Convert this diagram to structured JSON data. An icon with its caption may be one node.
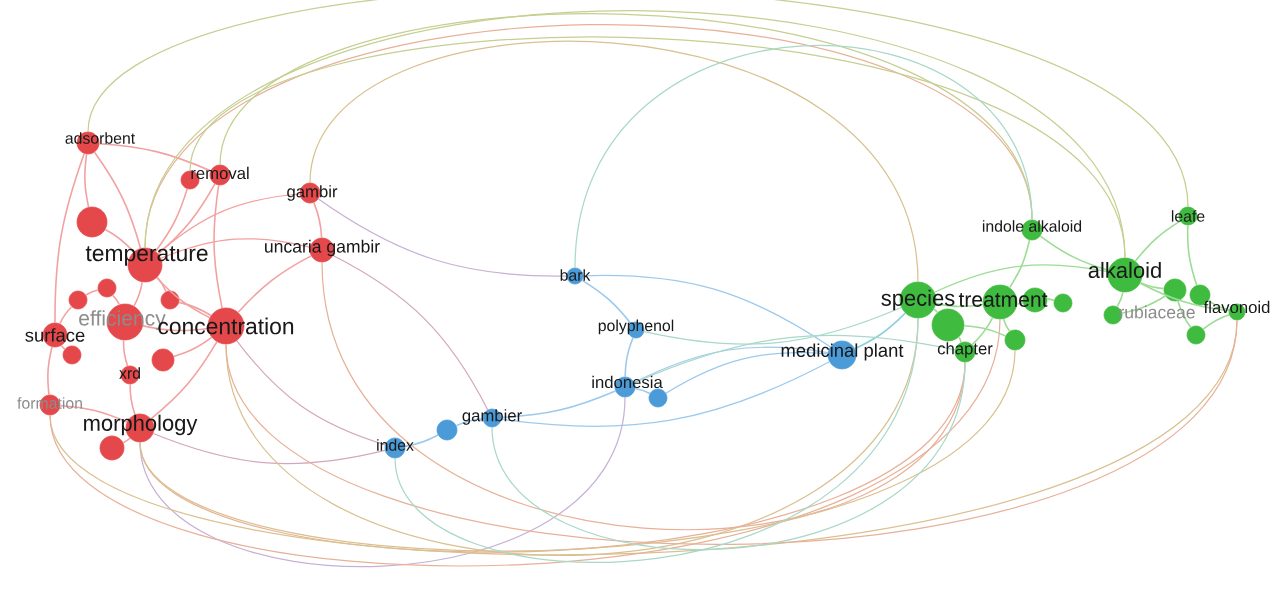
{
  "diagram": {
    "nodes": [
      {
        "text": [
          "adsorbent"
        ]
      },
      {
        "text": [
          "removal"
        ]
      },
      {
        "text": [
          "gambir"
        ]
      },
      {
        "text": [
          "uncaria gambir"
        ]
      },
      {
        "text": [
          "temperature"
        ]
      },
      {
        "text": [
          "efficiency"
        ]
      },
      {
        "text": [
          "concentration"
        ]
      },
      {
        "text": [
          "surface"
        ]
      },
      {
        "text": [
          "xrd"
        ]
      },
      {
        "text": [
          "formation"
        ]
      },
      {
        "text": [
          "morphology"
        ]
      },
      {
        "text": [],
        "shape": "circle"
      },
      {
        "text": [],
        "shape": "circle"
      },
      {
        "text": [],
        "shape": "circle"
      },
      {
        "text": [],
        "shape": "circle"
      },
      {
        "text": [],
        "shape": "circle"
      },
      {
        "text": [],
        "shape": "circle"
      },
      {
        "text": [],
        "shape": "circle"
      },
      {
        "text": [],
        "shape": "circle"
      },
      {
        "text": [
          "bark"
        ]
      },
      {
        "text": [
          "polyphenol"
        ]
      },
      {
        "text": [
          "indonesia"
        ]
      },
      {
        "text": [],
        "shape": "circle"
      },
      {
        "text": [
          "gambier"
        ]
      },
      {
        "text": [],
        "shape": "circle"
      },
      {
        "text": [
          "index"
        ]
      },
      {
        "text": [
          "medicinal plant"
        ]
      },
      {
        "text": [
          "species"
        ]
      },
      {
        "text": [
          "treatment"
        ]
      },
      {
        "text": [
          "chapter"
        ]
      },
      {
        "text": [
          "indole alkaloid"
        ]
      },
      {
        "text": [
          "alkaloid"
        ]
      },
      {
        "text": [
          "leafe"
        ]
      },
      {
        "text": [
          "flavonoid"
        ]
      },
      {
        "text": [
          "rubiaceae"
        ]
      },
      {
        "text": [],
        "shape": "circle"
      },
      {
        "text": [],
        "shape": "circle"
      },
      {
        "text": [],
        "shape": "circle"
      },
      {
        "text": [],
        "shape": "circle"
      },
      {
        "text": [],
        "shape": "circle"
      },
      {
        "text": [],
        "shape": "circle"
      },
      {
        "text": [],
        "shape": "circle"
      }
    ],
    "edges": [
      {
        "from": 0,
        "to": 11,
        "arrow": "none",
        "color": "#f2a1a1"
      },
      {
        "from": 0,
        "to": 4,
        "arrow": "none",
        "color": "#f2a1a1"
      },
      {
        "from": 0,
        "to": 7,
        "arrow": "none",
        "color": "#f2a1a1"
      },
      {
        "from": 11,
        "to": 4,
        "arrow": "none",
        "color": "#f2a1a1"
      },
      {
        "from": 4,
        "to": 6,
        "arrow": "none",
        "color": "#f2a1a1"
      },
      {
        "from": 4,
        "to": 5,
        "arrow": "none",
        "color": "#f2a1a1"
      },
      {
        "from": 5,
        "to": 6,
        "arrow": "none",
        "color": "#f2a1a1"
      },
      {
        "from": 6,
        "to": 10,
        "arrow": "none",
        "color": "#f2a1a1"
      },
      {
        "from": 7,
        "to": 9,
        "arrow": "none",
        "color": "#f2a1a1"
      },
      {
        "from": 9,
        "to": 10,
        "arrow": "none",
        "color": "#f2a1a1"
      },
      {
        "from": 8,
        "to": 10,
        "arrow": "none",
        "color": "#f2a1a1"
      },
      {
        "from": 1,
        "to": 4,
        "arrow": "none",
        "color": "#f2a1a1"
      },
      {
        "from": 1,
        "to": 6,
        "arrow": "none",
        "color": "#f2a1a1"
      },
      {
        "from": 2,
        "to": 3,
        "arrow": "none",
        "color": "#f2a1a1"
      },
      {
        "from": 3,
        "to": 6,
        "arrow": "none",
        "color": "#f2a1a1"
      },
      {
        "from": 4,
        "to": 14,
        "arrow": "none",
        "color": "#f2a1a1"
      },
      {
        "from": 12,
        "to": 7,
        "arrow": "none",
        "color": "#f2a1a1"
      },
      {
        "from": 13,
        "to": 5,
        "arrow": "none",
        "color": "#f2a1a1"
      },
      {
        "from": 15,
        "to": 6,
        "arrow": "none",
        "color": "#f2a1a1"
      },
      {
        "from": 16,
        "to": 7,
        "arrow": "none",
        "color": "#f2a1a1"
      },
      {
        "from": 17,
        "to": 10,
        "arrow": "none",
        "color": "#f2a1a1"
      },
      {
        "from": 18,
        "to": 4,
        "arrow": "none",
        "color": "#f2a1a1"
      },
      {
        "from": 2,
        "to": 4,
        "arrow": "none",
        "color": "#f2a1a1"
      },
      {
        "from": 0,
        "to": 1,
        "arrow": "none",
        "color": "#f2a1a1"
      },
      {
        "from": 3,
        "to": 4,
        "arrow": "none",
        "color": "#f2a1a1"
      },
      {
        "from": 8,
        "to": 5,
        "arrow": "none",
        "color": "#f2a1a1"
      },
      {
        "from": 6,
        "to": 14,
        "arrow": "none",
        "color": "#f2a1a1"
      },
      {
        "from": 12,
        "to": 13,
        "arrow": "none",
        "color": "#f2a1a1"
      },
      {
        "from": 6,
        "to": 25,
        "arrow": "none",
        "color": "#d6a6bd"
      },
      {
        "from": 3,
        "to": 23,
        "arrow": "none",
        "color": "#d6a6bd"
      },
      {
        "from": 2,
        "to": 19,
        "arrow": "none",
        "color": "#c7b0d6"
      },
      {
        "from": 10,
        "to": 21,
        "arrow": "none",
        "color": "#c7b0d6"
      },
      {
        "from": 10,
        "to": 25,
        "arrow": "none",
        "color": "#d6a6bd"
      },
      {
        "from": 2,
        "to": 27,
        "arrow": "none",
        "color": "#d9c08f"
      },
      {
        "from": 4,
        "to": 30,
        "arrow": "none",
        "color": "#e8b098"
      },
      {
        "from": 6,
        "to": 27,
        "arrow": "none",
        "color": "#d9c08f"
      },
      {
        "from": 3,
        "to": 29,
        "arrow": "none",
        "color": "#e8b098"
      },
      {
        "from": 1,
        "to": 30,
        "arrow": "none",
        "color": "#c5cf90"
      },
      {
        "from": 0,
        "to": 32,
        "arrow": "none",
        "color": "#c5cf90"
      },
      {
        "from": 10,
        "to": 29,
        "arrow": "none",
        "color": "#e8b098"
      },
      {
        "from": 9,
        "to": 33,
        "arrow": "none",
        "color": "#d9c08f"
      },
      {
        "from": 9,
        "to": 28,
        "arrow": "none",
        "color": "#e8b098"
      },
      {
        "from": 18,
        "to": 31,
        "arrow": "none",
        "color": "#c5cf90"
      },
      {
        "from": 6,
        "to": 33,
        "arrow": "none",
        "color": "#e8b098"
      },
      {
        "from": 4,
        "to": 31,
        "arrow": "none",
        "color": "#c5cf90"
      },
      {
        "from": 10,
        "to": 37,
        "arrow": "none",
        "color": "#d9c08f"
      },
      {
        "from": 25,
        "to": 24,
        "arrow": "none",
        "color": "#9cc9ee"
      },
      {
        "from": 24,
        "to": 23,
        "arrow": "none",
        "color": "#9cc9ee"
      },
      {
        "from": 23,
        "to": 21,
        "arrow": "none",
        "color": "#9cc9ee"
      },
      {
        "from": 21,
        "to": 20,
        "arrow": "none",
        "color": "#9cc9ee"
      },
      {
        "from": 20,
        "to": 19,
        "arrow": "none",
        "color": "#9cc9ee"
      },
      {
        "from": 21,
        "to": 22,
        "arrow": "none",
        "color": "#9cc9ee"
      },
      {
        "from": 26,
        "to": 21,
        "arrow": "none",
        "color": "#9cc9ee"
      },
      {
        "from": 26,
        "to": 19,
        "arrow": "none",
        "color": "#9cc9ee"
      },
      {
        "from": 23,
        "to": 26,
        "arrow": "none",
        "color": "#9cc9ee"
      },
      {
        "from": 22,
        "to": 26,
        "arrow": "none",
        "color": "#9cc9ee"
      },
      {
        "from": 26,
        "to": 27,
        "arrow": "none",
        "color": "#8fcfd8"
      },
      {
        "from": 19,
        "to": 30,
        "arrow": "none",
        "color": "#a8d8c8"
      },
      {
        "from": 20,
        "to": 27,
        "arrow": "none",
        "color": "#a8d8c8"
      },
      {
        "from": 21,
        "to": 29,
        "arrow": "none",
        "color": "#a8d8c8"
      },
      {
        "from": 23,
        "to": 29,
        "arrow": "none",
        "color": "#a8d8c8"
      },
      {
        "from": 25,
        "to": 27,
        "arrow": "none",
        "color": "#a8d8c8"
      },
      {
        "from": 27,
        "to": 28,
        "arrow": "none",
        "color": "#9ddc96"
      },
      {
        "from": 27,
        "to": 35,
        "arrow": "none",
        "color": "#9ddc96"
      },
      {
        "from": 28,
        "to": 36,
        "arrow": "none",
        "color": "#9ddc96"
      },
      {
        "from": 28,
        "to": 29,
        "arrow": "none",
        "color": "#9ddc96"
      },
      {
        "from": 29,
        "to": 35,
        "arrow": "none",
        "color": "#9ddc96"
      },
      {
        "from": 30,
        "to": 28,
        "arrow": "none",
        "color": "#9ddc96"
      },
      {
        "from": 30,
        "to": 31,
        "arrow": "none",
        "color": "#9ddc96"
      },
      {
        "from": 31,
        "to": 32,
        "arrow": "none",
        "color": "#9ddc96"
      },
      {
        "from": 31,
        "to": 33,
        "arrow": "none",
        "color": "#9ddc96"
      },
      {
        "from": 31,
        "to": 34,
        "arrow": "none",
        "color": "#9ddc96"
      },
      {
        "from": 32,
        "to": 39,
        "arrow": "none",
        "color": "#9ddc96"
      },
      {
        "from": 33,
        "to": 39,
        "arrow": "none",
        "color": "#9ddc96"
      },
      {
        "from": 38,
        "to": 40,
        "arrow": "none",
        "color": "#9ddc96"
      },
      {
        "from": 36,
        "to": 41,
        "arrow": "none",
        "color": "#9ddc96"
      },
      {
        "from": 34,
        "to": 38,
        "arrow": "none",
        "color": "#9ddc96"
      },
      {
        "from": 37,
        "to": 28,
        "arrow": "none",
        "color": "#9ddc96"
      },
      {
        "from": 31,
        "to": 38,
        "arrow": "none",
        "color": "#9ddc96"
      },
      {
        "from": 40,
        "to": 33,
        "arrow": "none",
        "color": "#9ddc96"
      },
      {
        "from": 27,
        "to": 31,
        "arrow": "none",
        "color": "#9ddc96"
      },
      {
        "from": 35,
        "to": 37,
        "arrow": "none",
        "color": "#9ddc96"
      }
    ]
  }
}
